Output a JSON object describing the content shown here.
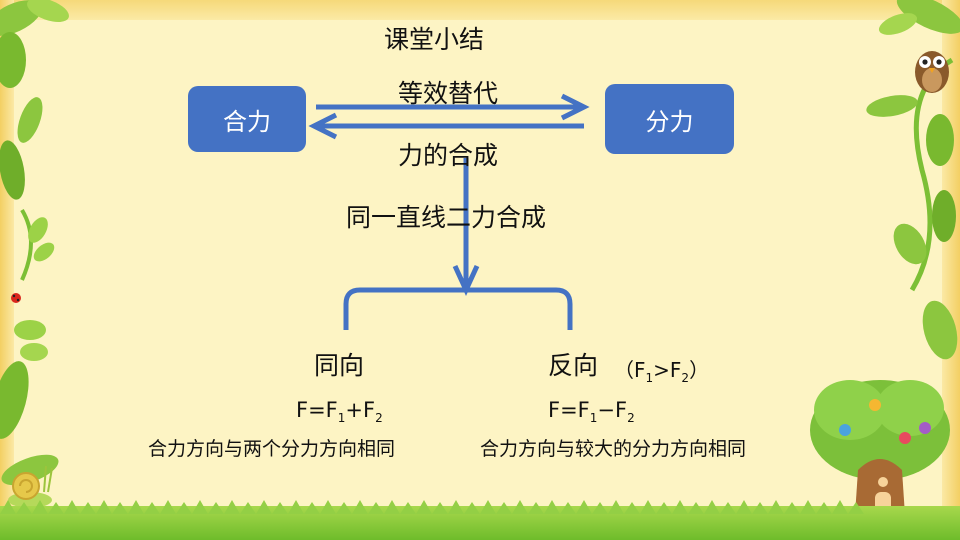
{
  "title": "课堂小结",
  "left_box": "合力",
  "right_box": "分力",
  "arrow_top_label": "等效替代",
  "arrow_bottom_label": "力的合成",
  "branch_label": "同一直线二力合成",
  "same_direction": {
    "heading": "同向",
    "formula_parts": [
      "F=F",
      "1",
      "+F",
      "2"
    ],
    "description": "合力方向与两个分力方向相同"
  },
  "opposite_direction": {
    "heading": "反向",
    "condition_parts": [
      "（F",
      "1",
      ">F",
      "2",
      "）"
    ],
    "formula_parts": [
      "F=F",
      "1",
      "−F",
      "2"
    ],
    "description": "合力方向与较大的分力方向相同"
  },
  "tree_sign": "tree",
  "colors": {
    "box_fill": "#4472c4",
    "arrow": "#4472c4",
    "background": "#fdf4c4",
    "leaf": "#8cc63f",
    "grass": "#7fc43a"
  },
  "decorations": [
    "leaf-vine-icon",
    "owl-icon",
    "ladybug-icon",
    "snail-icon",
    "tree-house-icon"
  ]
}
